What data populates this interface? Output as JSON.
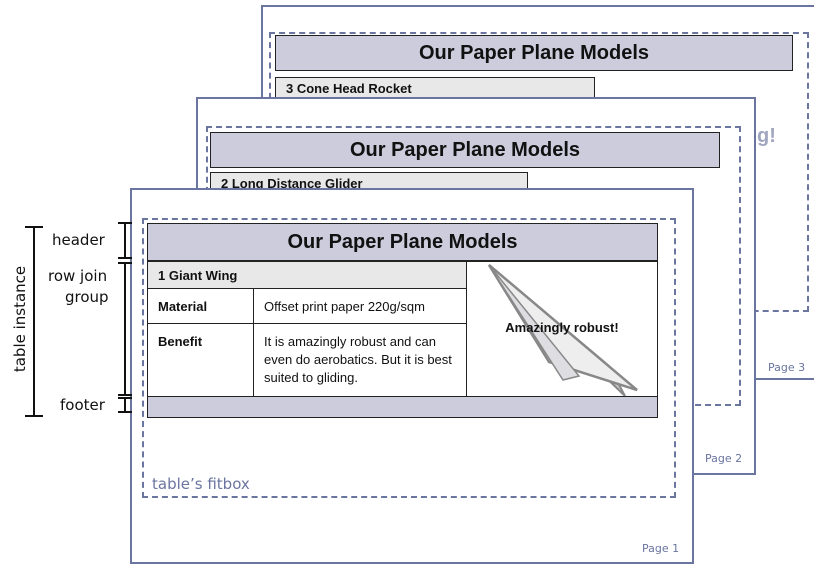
{
  "table_title": "Our Paper Plane Models",
  "pages": {
    "page3": {
      "label": "Page 3",
      "row_title": "3   Cone Head Rocket",
      "partial_text": "g!"
    },
    "page2": {
      "label": "Page 2",
      "row_title": "2   Long Distance Glider"
    },
    "page1": {
      "label": "Page 1",
      "row_title": "1   Giant Wing",
      "rows": [
        {
          "key": "Material",
          "value": "Offset print paper 220g/sqm"
        },
        {
          "key": "Benefit",
          "value": "It is amazingly robust and can even do aerobatics. But it is best suited to gliding."
        }
      ],
      "image_caption": "Amazingly robust!"
    }
  },
  "fitbox_label": "table’s fitbox",
  "annotations": {
    "header": "header",
    "row_join_group_line1": "row join",
    "row_join_group_line2": "group",
    "footer": "footer",
    "table_instance": "table instance"
  },
  "colors": {
    "accent": "#6a75a0",
    "header_fill": "#ccccdd",
    "row_title_fill": "#e8e8e8"
  }
}
